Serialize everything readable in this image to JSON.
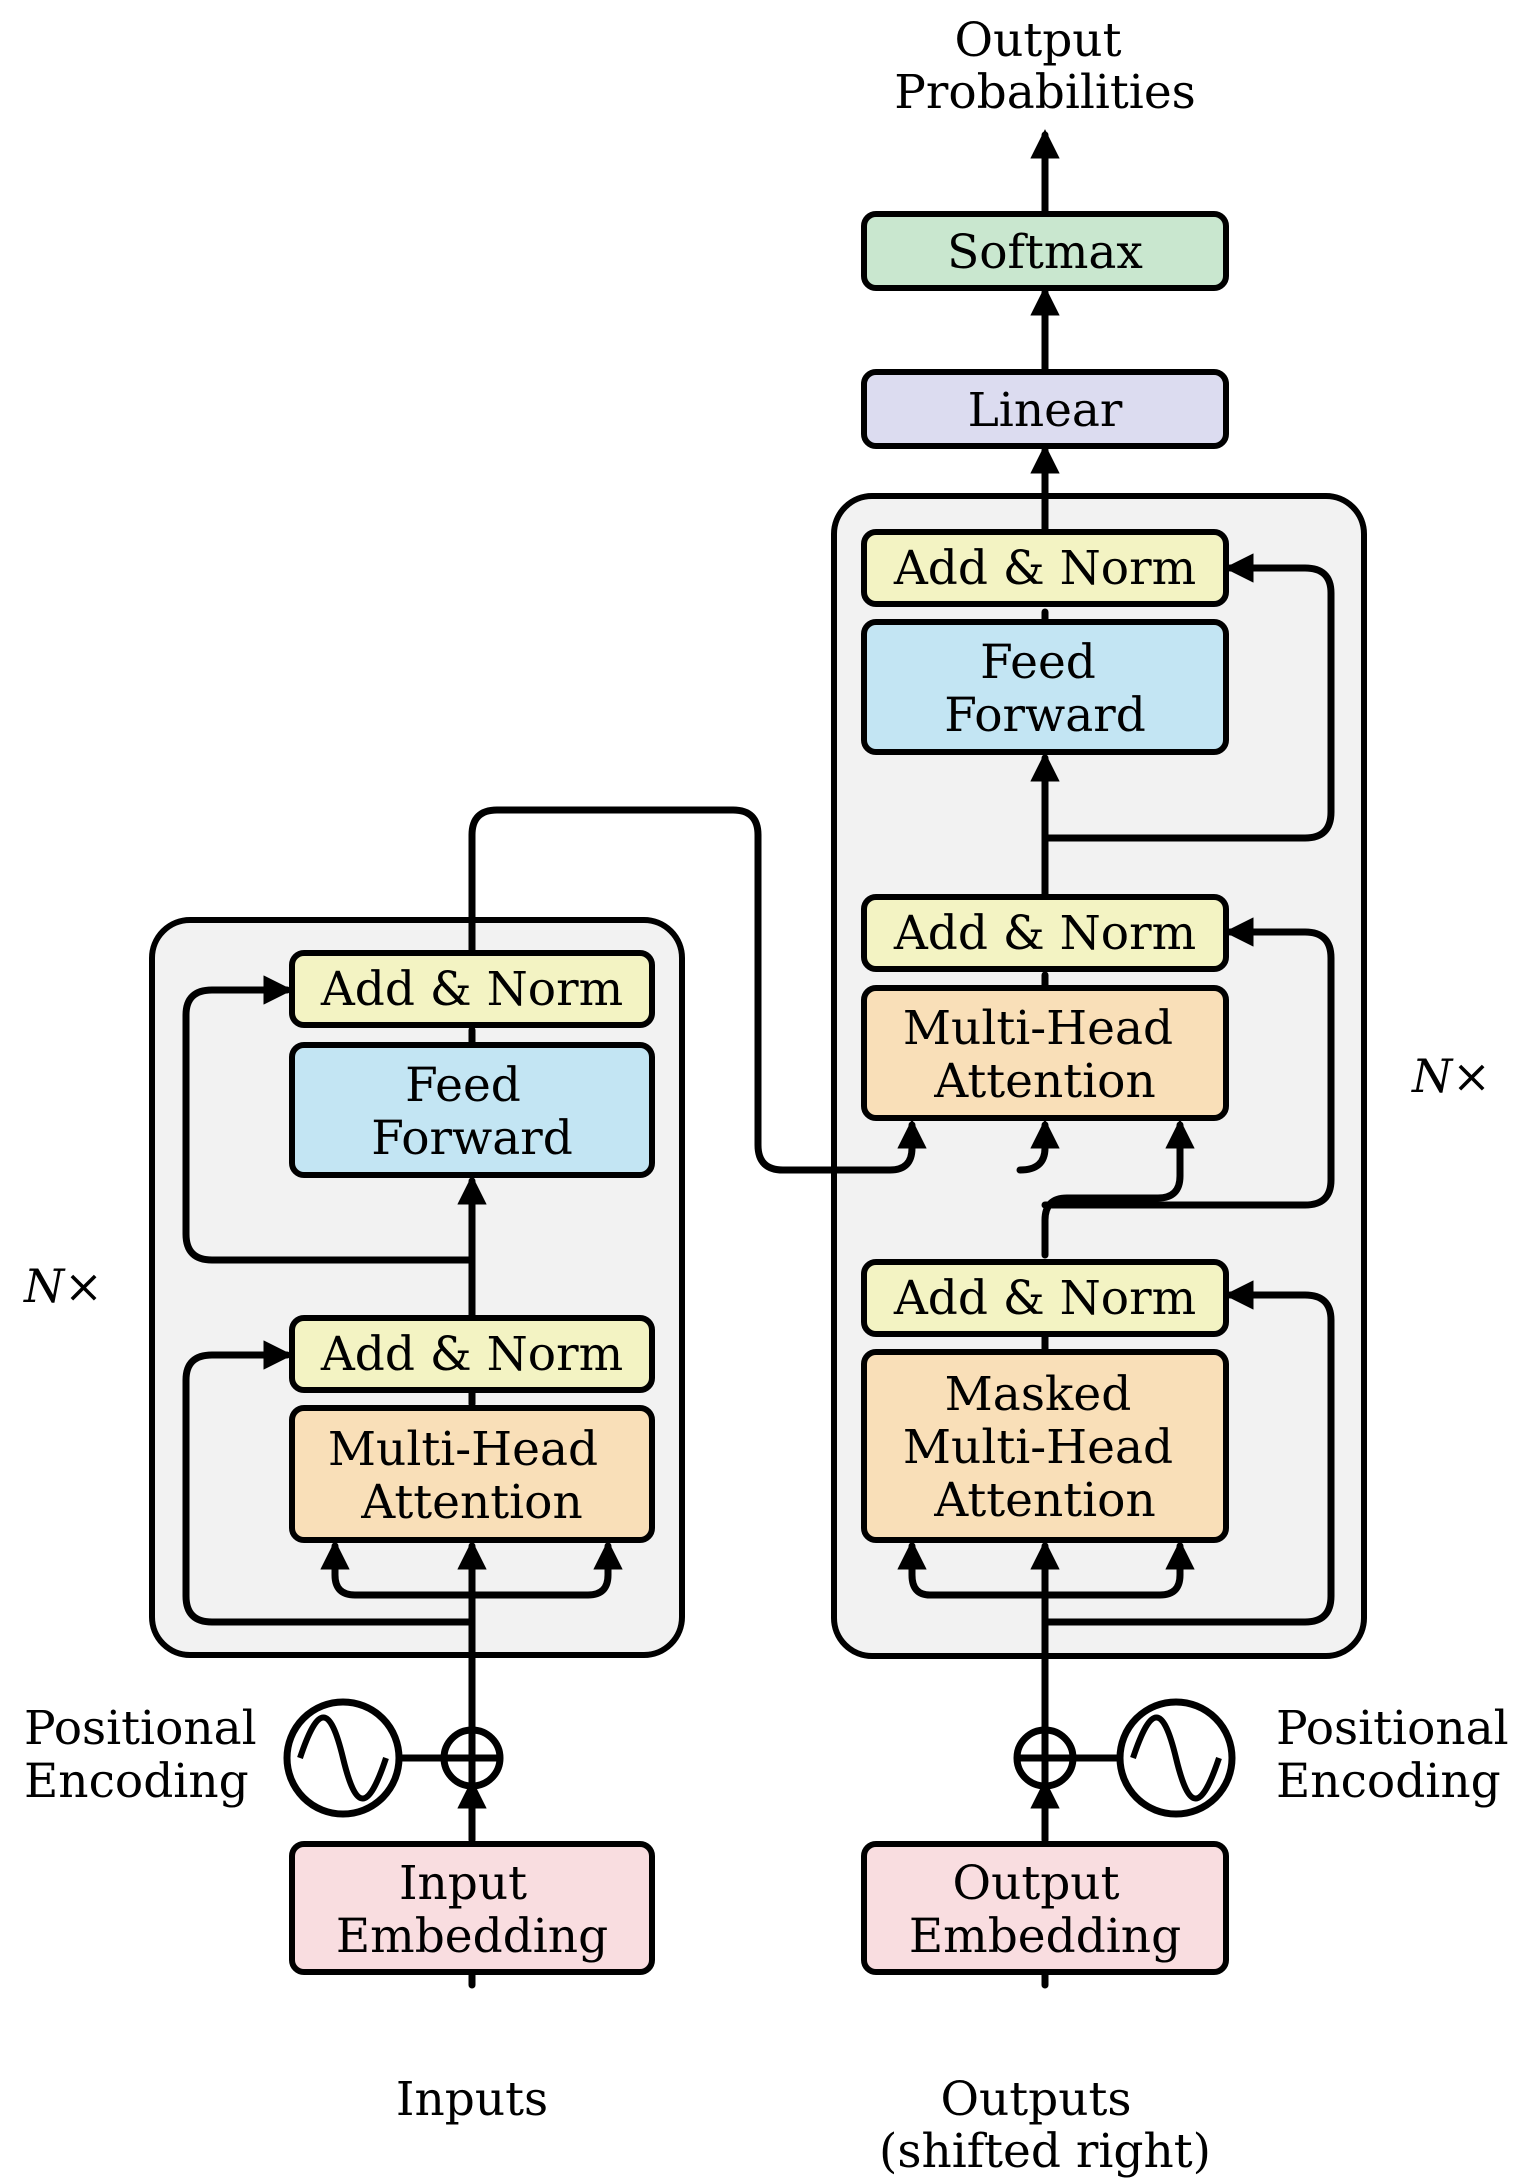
{
  "colors": {
    "add_norm": "#f3f3c3",
    "feed_forward": "#c3e5f3",
    "attention": "#f9dfb8",
    "embedding": "#f9dde0",
    "linear": "#dcdcf0",
    "softmax": "#c9e7cf",
    "block_bg": "#f2f2f2"
  },
  "output_label": {
    "line1": "Output",
    "line2": "Probabilities"
  },
  "softmax": "Softmax",
  "linear": "Linear",
  "decoder": {
    "repeat_label": "N×",
    "add_norm_3": "Add & Norm",
    "feed_forward": {
      "line1": "Feed",
      "line2": "Forward"
    },
    "add_norm_2": "Add & Norm",
    "cross_attention": {
      "line1": "Multi-Head",
      "line2": "Attention"
    },
    "add_norm_1": "Add & Norm",
    "masked_attention": {
      "line1": "Masked",
      "line2": "Multi-Head",
      "line3": "Attention"
    }
  },
  "encoder": {
    "repeat_label": "N×",
    "add_norm_2": "Add & Norm",
    "feed_forward": {
      "line1": "Feed",
      "line2": "Forward"
    },
    "add_norm_1": "Add & Norm",
    "attention": {
      "line1": "Multi-Head",
      "line2": "Attention"
    }
  },
  "positional_encoding_left": {
    "line1": "Positional",
    "line2": "Encoding"
  },
  "positional_encoding_right": {
    "line1": "Positional",
    "line2": "Encoding"
  },
  "input_embedding": {
    "line1": "Input",
    "line2": "Embedding"
  },
  "output_embedding": {
    "line1": "Output",
    "line2": "Embedding"
  },
  "inputs_label": "Inputs",
  "outputs_label": {
    "line1": "Outputs",
    "line2": "(shifted right)"
  },
  "icons": [
    "sine-wave-icon",
    "plus-circle-icon",
    "arrow-icon"
  ]
}
